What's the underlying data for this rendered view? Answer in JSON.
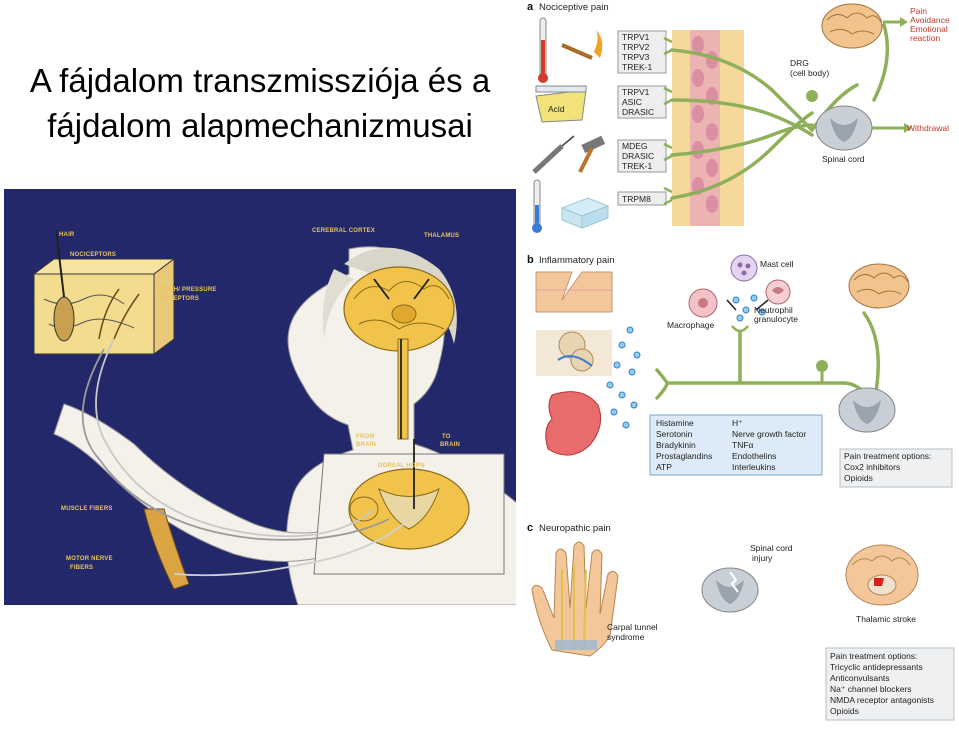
{
  "slide": {
    "title_line1": "A fájdalom transzmissziója és a",
    "title_line2": "fájdalom alapmechanizmusai"
  },
  "left_figure": {
    "labels": {
      "hair": "HAIR",
      "nociceptors": "NOCICEPTORS",
      "touch_pressure_1": "TOUCH/ PRESSURE",
      "touch_pressure_2": "RECEPTORS",
      "cerebral_cortex": "CEREBRAL CORTEX",
      "thalamus": "THALAMUS",
      "from_brain_1": "FROM",
      "from_brain_2": "BRAIN",
      "to_brain_1": "TO",
      "to_brain_2": "BRAIN",
      "dorsal_horn": "DORSAL HORN",
      "muscle_fibers": "MUSCLE FIBERS",
      "motor_nerve_1": "MOTOR NERVE",
      "motor_nerve_2": "FIBERS"
    }
  },
  "right_figure": {
    "panel_a": {
      "letter": "a",
      "title": "Nociceptive pain",
      "receptor_group_1": [
        "TRPV1",
        "TRPV2",
        "TRPV3",
        "TREK-1"
      ],
      "receptor_group_2": [
        "TRPV1",
        "ASIC",
        "DRASIC"
      ],
      "receptor_group_3": [
        "MDEG",
        "DRASIC",
        "TREK-1"
      ],
      "receptor_group_4": [
        "TRPM8"
      ],
      "acid_label": "Acid",
      "drg_1": "DRG",
      "drg_2": "(cell body)",
      "spinal_cord": "Spinal cord",
      "outcome_1": "Pain",
      "outcome_2": "Avoidance",
      "outcome_3": "Emotional",
      "outcome_4": "reaction",
      "withdrawal": "Withdrawal"
    },
    "panel_b": {
      "letter": "b",
      "title": "Inflammatory pain",
      "mast_cell": "Mast cell",
      "macrophage": "Macrophage",
      "neutrophil_1": "Neutrophil",
      "neutrophil_2": "granulocyte",
      "mediators_left": [
        "Histamine",
        "Serotonin",
        "Bradykinin",
        "Prostaglandins",
        "ATP"
      ],
      "mediators_right": [
        "H⁺",
        "Nerve growth factor",
        "TNFα",
        "Endothelins",
        "Interleukins"
      ],
      "treatment_title": "Pain treatment options:",
      "treatment_items": [
        "Cox2 inhibitors",
        "Opioids"
      ]
    },
    "panel_c": {
      "letter": "c",
      "title": "Neuropathic pain",
      "spinal_injury_1": "Spinal cord",
      "spinal_injury_2": "injury",
      "carpal_1": "Carpal tunnel",
      "carpal_2": "syndrome",
      "thalamic_stroke": "Thalamic stroke",
      "treatment_title": "Pain treatment options:",
      "treatment_items": [
        "Tricyclic antidepressants",
        "Anticonvulsants",
        "Na⁺ channel blockers",
        "NMDA receptor antagonists",
        "Opioids"
      ]
    }
  }
}
